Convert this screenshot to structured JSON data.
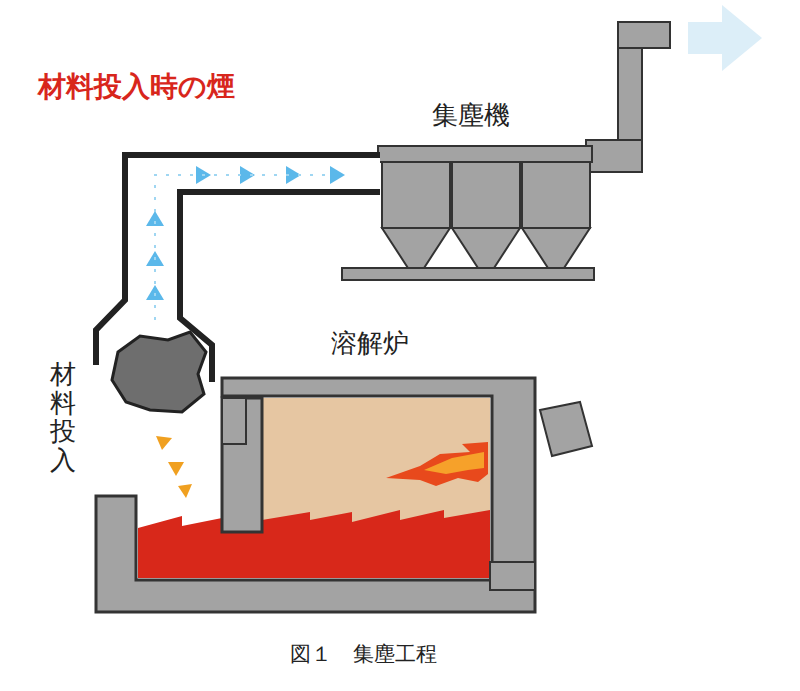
{
  "diagram": {
    "title": "材料投入時の煙",
    "caption": "図１　集塵工程",
    "nodes": [
      {
        "text": [
          "集塵機"
        ]
      },
      {
        "text": [
          "溶解炉"
        ]
      }
    ],
    "edges": [
      {
        "from": 1,
        "to": 0,
        "arrow": "to"
      }
    ],
    "labels": [
      "材料投入"
    ]
  }
}
